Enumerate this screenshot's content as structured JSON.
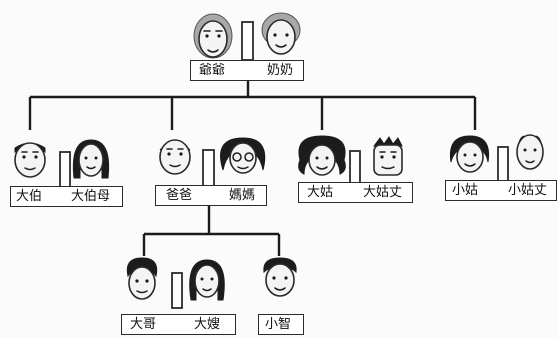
{
  "labels": {
    "grandpa": "爺爺",
    "grandma": "奶奶",
    "uncle_elder": "大伯",
    "aunt_elder_wife": "大伯母",
    "dad": "爸爸",
    "mom": "媽媽",
    "aunt_elder": "大姑",
    "aunt_elder_husband": "大姑丈",
    "aunt_younger": "小姑",
    "aunt_younger_husband": "小姑丈",
    "elder_brother": "大哥",
    "sister_in_law": "大嫂",
    "me": "小智"
  },
  "colors": {
    "line": "#1b1b1b",
    "box_border": "#2b2b2b",
    "text": "#111111",
    "background": "#fbfbfb"
  }
}
